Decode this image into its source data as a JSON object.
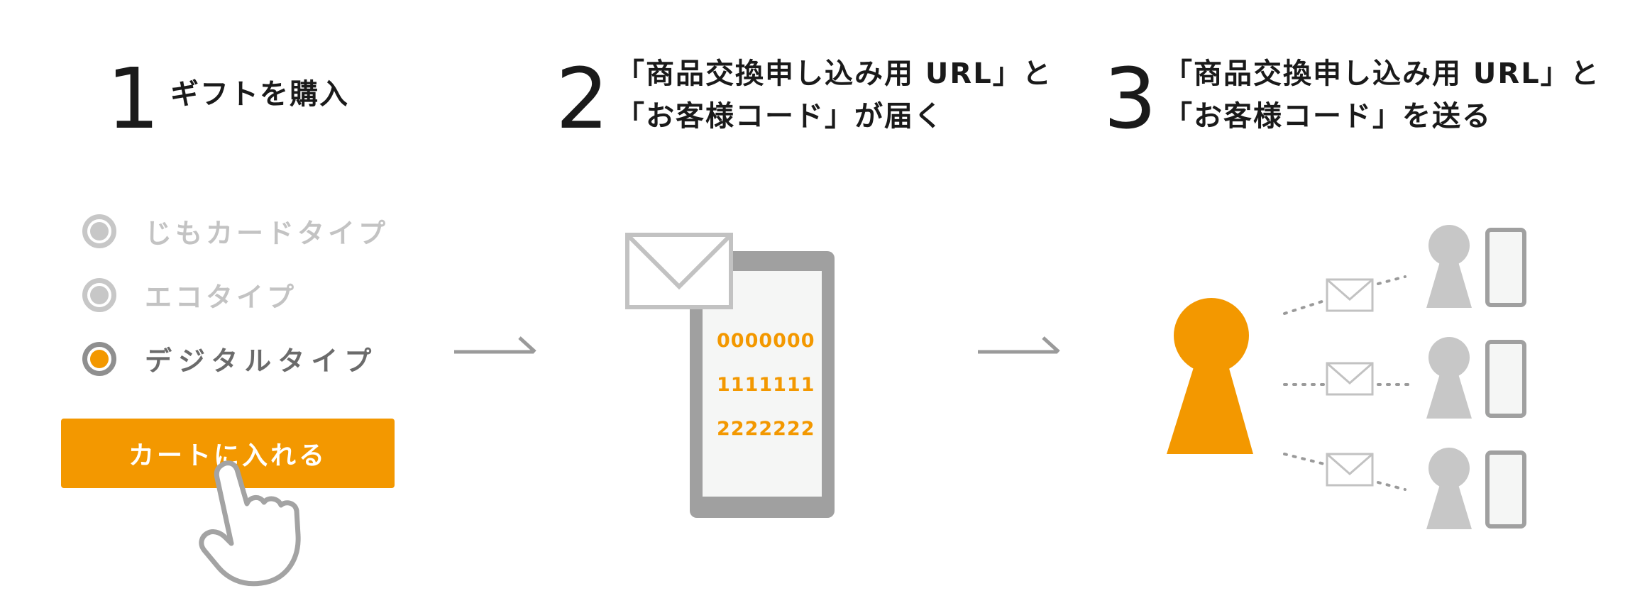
{
  "steps": [
    {
      "number": "1",
      "title_line1": "ギフトを購入",
      "title_line2": ""
    },
    {
      "number": "2",
      "title_line1": "「商品交換申し込み用 URL」と",
      "title_line2": "「お客様コード」が届く"
    },
    {
      "number": "3",
      "title_line1": "「商品交換申し込み用 URL」と",
      "title_line2": "「お客様コード」を送る"
    }
  ],
  "options": [
    {
      "label": "じもカードタイプ",
      "selected": false
    },
    {
      "label": "エコタイプ",
      "selected": false
    },
    {
      "label": "デジタルタイプ",
      "selected": true
    }
  ],
  "cart_button_label": "カートに入れる",
  "codes": [
    "0000000",
    "1111111",
    "2222222"
  ],
  "colors": {
    "accent": "#f39800",
    "gray_dark": "#999999",
    "gray_light": "#c7c7c7",
    "screen": "#f5f6f5"
  }
}
